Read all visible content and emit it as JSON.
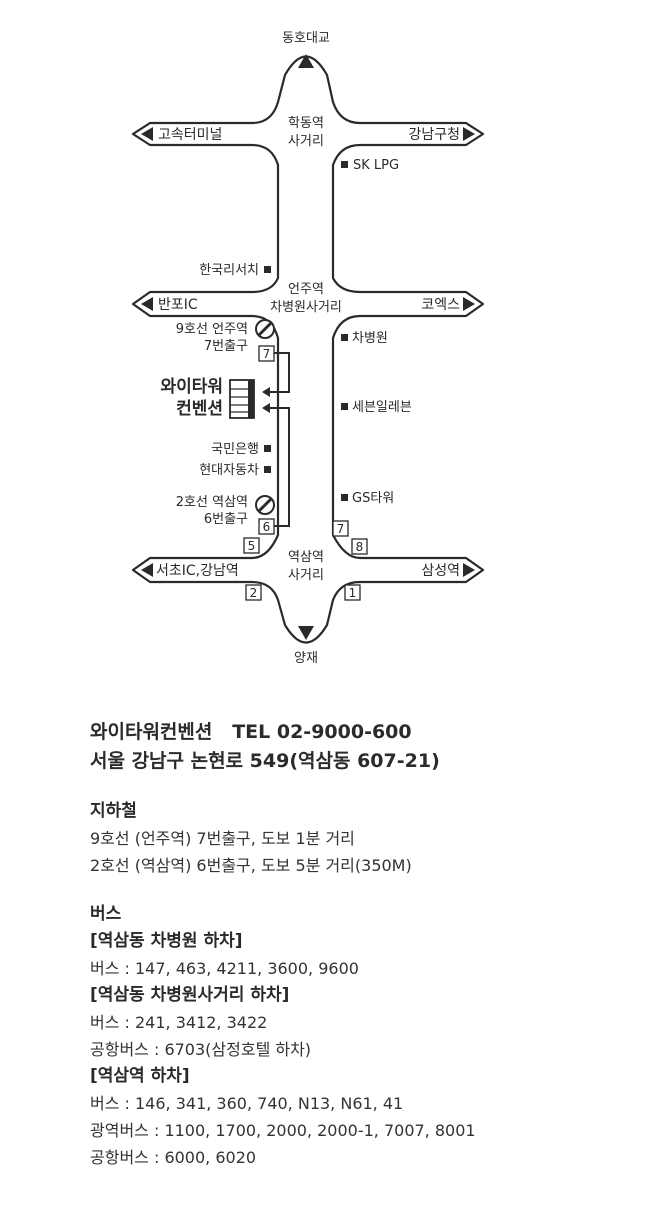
{
  "map": {
    "roads": {
      "north": "동호대교",
      "south": "양재",
      "nw_west": "고속터미널",
      "nw_east": "강남구청",
      "mid_west": "반포IC",
      "mid_east": "코엑스",
      "sw_west": "서초IC,강남역",
      "sw_east": "삼성역"
    },
    "intersections": {
      "top": [
        "학동역",
        "사거리"
      ],
      "middle": [
        "언주역",
        "차병원사거리"
      ],
      "bottom": [
        "역삼역",
        "사거리"
      ]
    },
    "landmarks": {
      "sk_lpg": "SK LPG",
      "hanguk": "한국리서치",
      "chaboe": "차병원",
      "sebeun": "세븐일레븐",
      "kookmin": "국민은행",
      "hyundai": "현대자동차",
      "gs": "GS타워"
    },
    "stations": {
      "line9": [
        "9호선 언주역",
        "7번출구"
      ],
      "line2": [
        "2호선 역삼역",
        "6번출구"
      ]
    },
    "venue": [
      "와이타워",
      "컨벤션"
    ],
    "exits": {
      "e7_top": "7",
      "e6": "6",
      "e5": "5",
      "e7_right": "7",
      "e8": "8",
      "e2": "2",
      "e1": "1"
    }
  },
  "info": {
    "line1": "와이타워컨벤션   TEL 02-9000-600",
    "line2": "서울 강남구 논현로 549(역삼동 607-21)",
    "subway_title": "지하철",
    "subway": [
      "9호선 (언주역) 7번출구, 도보 1분 거리",
      "2호선 (역삼역) 6번출구, 도보 5분 거리(350M)"
    ],
    "bus_title": "버스",
    "bus_stop1": "[역삼동 차병원 하차]",
    "bus_stop1_lines": [
      "버스 : 147, 463, 4211, 3600, 9600"
    ],
    "bus_stop2": "[역삼동 차병원사거리 하차]",
    "bus_stop2_lines": [
      "버스 : 241, 3412, 3422",
      "공항버스 : 6703(삼정호텔 하차)"
    ],
    "bus_stop3": "[역삼역 하차]",
    "bus_stop3_lines": [
      "버스 : 146, 341, 360, 740, N13, N61, 41",
      "광역버스 : 1100, 1700, 2000, 2000-1, 7007, 8001",
      "공항버스 : 6000, 6020"
    ]
  }
}
